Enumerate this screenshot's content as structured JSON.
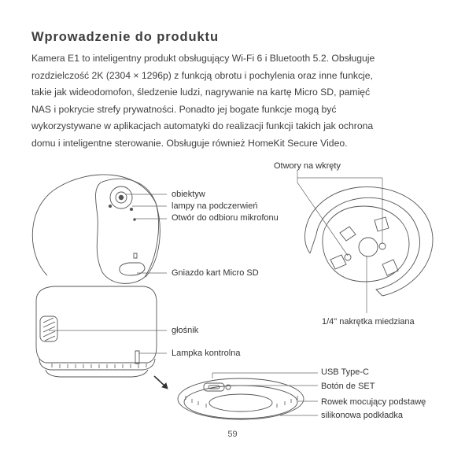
{
  "heading": "Wprowadzenie do produktu",
  "intro_lines": [
    "Kamera E1 to inteligentny produkt obsługujący Wi-Fi 6 i Bluetooth 5.2. Obsługuje",
    "rozdzielczość 2K (2304 × 1296p) z funkcją obrotu i pochylenia oraz inne funkcje,",
    "takie jak wideodomofon, śledzenie ludzi, nagrywanie na kartę Micro SD, pamięć",
    "NAS i pokrycie strefy prywatności. Ponadto jej bogate funkcje mogą być",
    "wykorzystywane w aplikacjach automatyki do realizacji funkcji takich jak ochrona",
    "domu i inteligentne sterowanie. Obsługuje również HomeKit Secure Video."
  ],
  "labels": {
    "screw_holes": "Otwory na wkręty",
    "lens": "obiektyw",
    "night_lamps": "lampy na podczerwień",
    "mic_hole": "Otwór do odbioru mikrofonu",
    "sd_slot": "Gniazdo kart Micro SD",
    "speaker": "głośnik",
    "indicator": "Lampka kontrolna",
    "copper_nut": "1/4\" nakrętka miedziana",
    "usb": "USB Type-C",
    "set_button": "Botón de SET",
    "mount_groove": "Rowek mocujący podstawę",
    "silicone_pad": "silikonowa podkładka"
  },
  "page_number": "59"
}
